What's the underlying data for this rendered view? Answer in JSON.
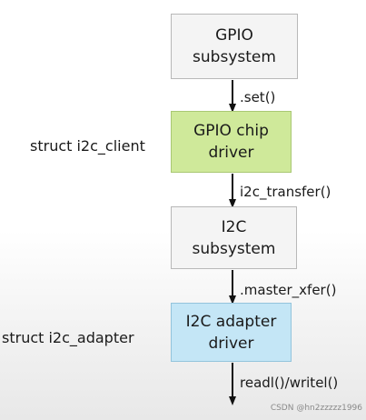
{
  "diagram": {
    "nodes": [
      {
        "id": "gpio_subsystem",
        "label": "GPIO\nsubsystem",
        "fill": "#f4f4f4"
      },
      {
        "id": "gpio_chip_driver",
        "label": "GPIO chip\ndriver",
        "fill": "#cfe99a"
      },
      {
        "id": "i2c_subsystem",
        "label": "I2C\nsubsystem",
        "fill": "#f4f4f4"
      },
      {
        "id": "i2c_adapter_driver",
        "label": "I2C adapter\ndriver",
        "fill": "#c4e6f6"
      }
    ],
    "edges": [
      {
        "from": "gpio_subsystem",
        "to": "gpio_chip_driver",
        "label": ".set()"
      },
      {
        "from": "gpio_chip_driver",
        "to": "i2c_subsystem",
        "label": "i2c_transfer()"
      },
      {
        "from": "i2c_subsystem",
        "to": "i2c_adapter_driver",
        "label": ".master_xfer()"
      },
      {
        "from": "i2c_adapter_driver",
        "to": "",
        "label": "readl()/writel()"
      }
    ],
    "side_labels": {
      "client": "struct i2c_client",
      "adapter": "struct i2c_adapter"
    }
  },
  "watermark": "CSDN @hn2zzzzz1996"
}
